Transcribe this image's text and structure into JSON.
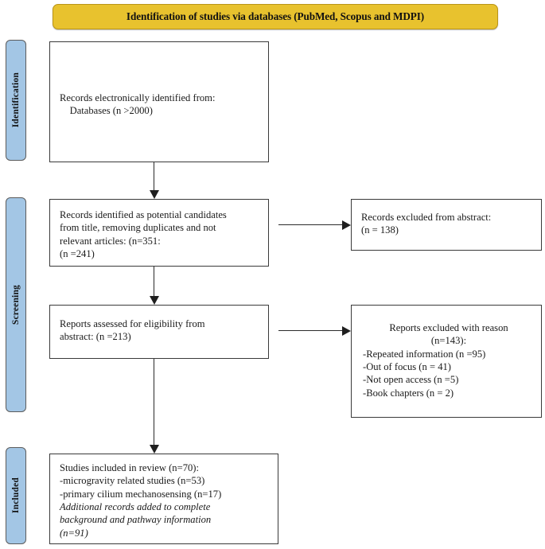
{
  "banner": {
    "title": "Identification of studies via databases (PubMed, Scopus and MDPI)"
  },
  "stages": {
    "identification": "Identification",
    "screening": "Screening",
    "included": "Included"
  },
  "boxes": {
    "records_identified": {
      "lines": [
        "Records electronically identified from:",
        "    Databases (n >2000)"
      ]
    },
    "records_candidates": {
      "lines": [
        "Records identified as potential candidates",
        "from title, removing duplicates and not",
        "relevant articles: (n=351:",
        "(n =241)"
      ]
    },
    "reports_eligibility": {
      "lines": [
        "Reports assessed for eligibility from",
        "abstract: (n =213)"
      ]
    },
    "studies_included": {
      "lines": [
        "Studies included in review (n=70):",
        "-microgravity related studies (n=53)",
        "-primary cilium mechanosensing (n=17)"
      ],
      "italic_lines": [
        "Additional records added to complete",
        "background and pathway information",
        "(n=91)"
      ]
    },
    "records_excluded": {
      "lines": [
        "Records excluded from abstract:",
        "(n = 138)"
      ]
    },
    "reports_excluded": {
      "centered_lines": [
        "Reports excluded with reason",
        "(n=143):"
      ],
      "lines": [
        "-Repeated information (n =95)",
        "-Out of focus (n = 41)",
        "-Not open access (n =5)",
        "-Book chapters (n = 2)"
      ]
    }
  },
  "colors": {
    "banner_fill": "#e8c22e",
    "stage_fill": "#a3c6e5",
    "box_border": "#3a3a3a",
    "arrow": "#1f1f1f",
    "background": "#ffffff"
  },
  "arrows": {
    "identification_to_screening": "down-arrow",
    "candidates_to_eligibility": "down-arrow",
    "eligibility_to_included": "down-arrow",
    "candidates_to_excluded": "right-arrow",
    "eligibility_to_excluded_reason": "right-arrow"
  }
}
